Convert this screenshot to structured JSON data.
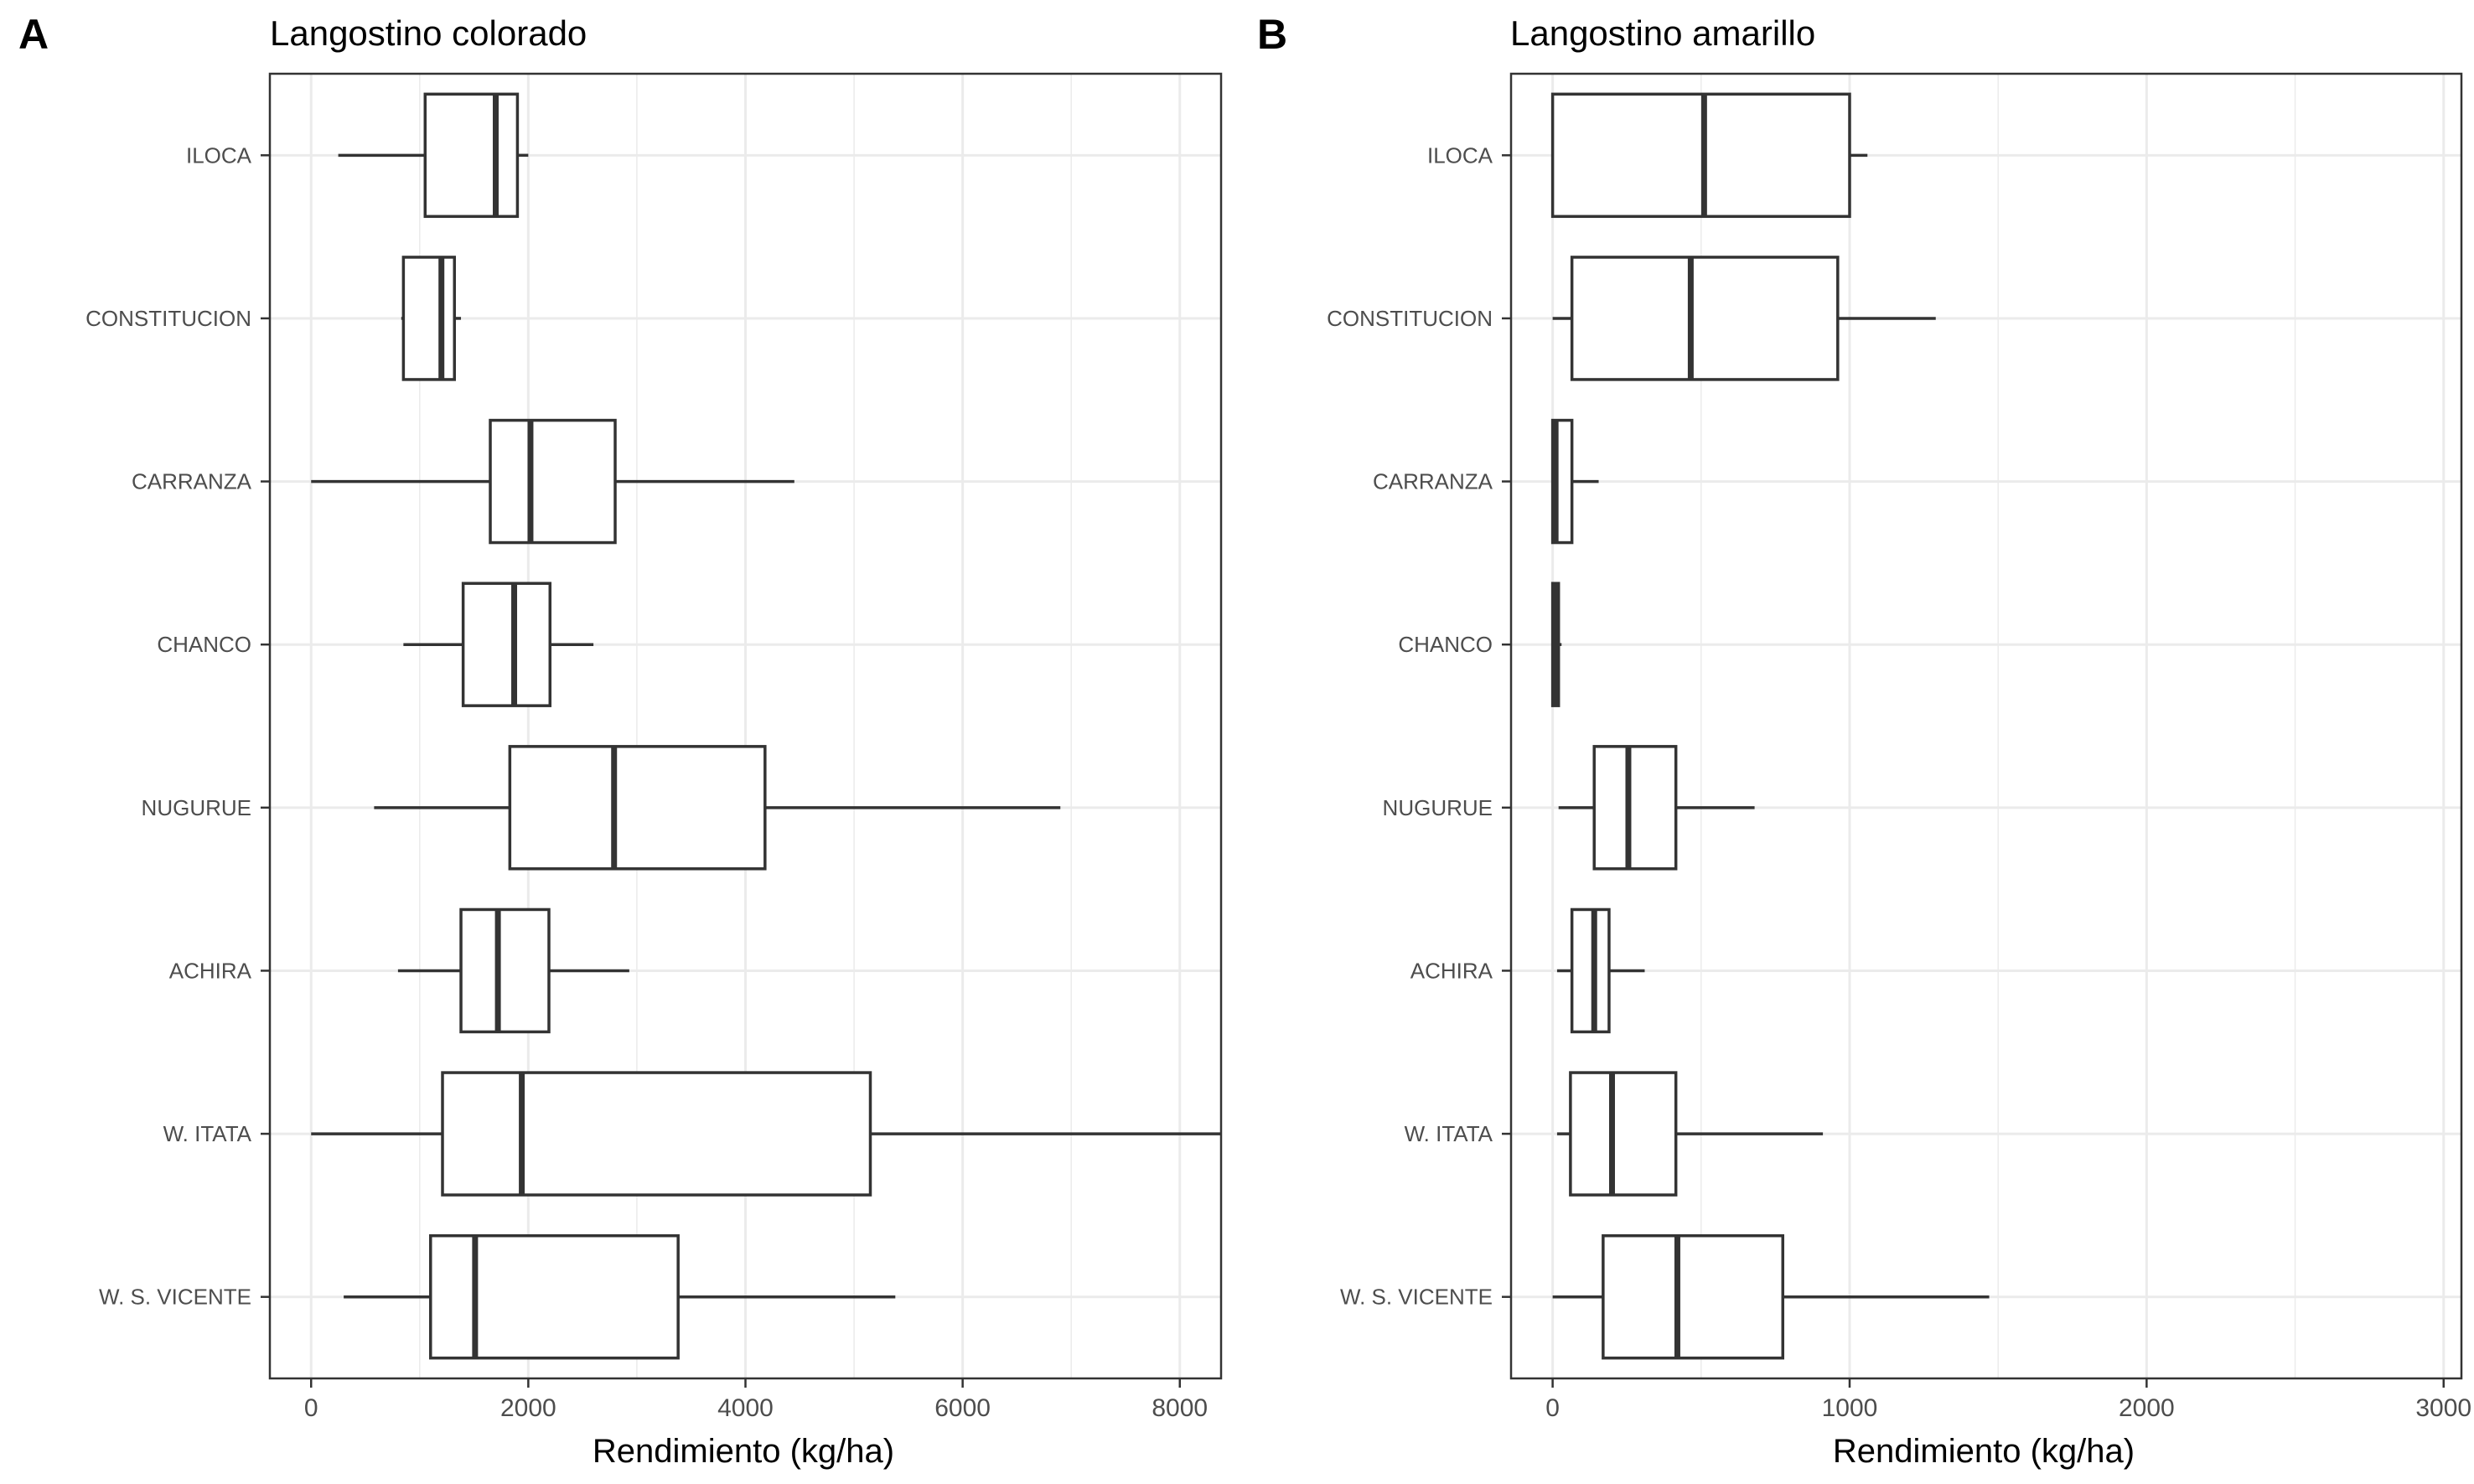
{
  "chart_data": [
    {
      "type": "boxplot",
      "panel_label": "A",
      "title": "Langostino colorado",
      "xlabel": "Rendimiento (kg/ha)",
      "ylabel": "",
      "xlim": [
        -380,
        8380
      ],
      "xticks": [
        0,
        2000,
        4000,
        6000,
        8000
      ],
      "categories": [
        "ILOCA",
        "CONSTITUCION",
        "CARRANZA",
        "CHANCO",
        "NUGURUE",
        "ACHIRA",
        "W. ITATA",
        "W. S. VICENTE"
      ],
      "boxes": [
        {
          "min": 250,
          "q1": 1050,
          "median": 1700,
          "q3": 1900,
          "max": 2000
        },
        {
          "min": 830,
          "q1": 850,
          "median": 1200,
          "q3": 1320,
          "max": 1380
        },
        {
          "min": 0,
          "q1": 1650,
          "median": 2020,
          "q3": 2800,
          "max": 4450
        },
        {
          "min": 850,
          "q1": 1400,
          "median": 1870,
          "q3": 2200,
          "max": 2600
        },
        {
          "min": 580,
          "q1": 1830,
          "median": 2790,
          "q3": 4180,
          "max": 6900
        },
        {
          "min": 800,
          "q1": 1380,
          "median": 1720,
          "q3": 2190,
          "max": 2930
        },
        {
          "min": 0,
          "q1": 1210,
          "median": 1940,
          "q3": 5150,
          "max": 8380
        },
        {
          "min": 300,
          "q1": 1100,
          "median": 1510,
          "q3": 3380,
          "max": 5380
        }
      ],
      "grid": true
    },
    {
      "type": "boxplot",
      "panel_label": "B",
      "title": "Langostino amarillo",
      "xlabel": "Rendimiento (kg/ha)",
      "ylabel": "",
      "xlim": [
        -140,
        3060
      ],
      "xticks": [
        0,
        1000,
        2000,
        3000
      ],
      "categories": [
        "ILOCA",
        "CONSTITUCION",
        "CARRANZA",
        "CHANCO",
        "NUGURUE",
        "ACHIRA",
        "W. ITATA",
        "W. S. VICENTE"
      ],
      "boxes": [
        {
          "min": 0,
          "q1": 0,
          "median": 510,
          "q3": 1000,
          "max": 1060
        },
        {
          "min": 0,
          "q1": 65,
          "median": 465,
          "q3": 960,
          "max": 1290
        },
        {
          "min": 0,
          "q1": 0,
          "median": 10,
          "q3": 65,
          "max": 155
        },
        {
          "min": 0,
          "q1": 0,
          "median": 10,
          "q3": 20,
          "max": 30
        },
        {
          "min": 20,
          "q1": 140,
          "median": 255,
          "q3": 415,
          "max": 680
        },
        {
          "min": 15,
          "q1": 65,
          "median": 140,
          "q3": 190,
          "max": 310
        },
        {
          "min": 15,
          "q1": 60,
          "median": 200,
          "q3": 415,
          "max": 910
        },
        {
          "min": 0,
          "q1": 170,
          "median": 420,
          "q3": 775,
          "max": 1470
        }
      ],
      "grid": true
    }
  ]
}
